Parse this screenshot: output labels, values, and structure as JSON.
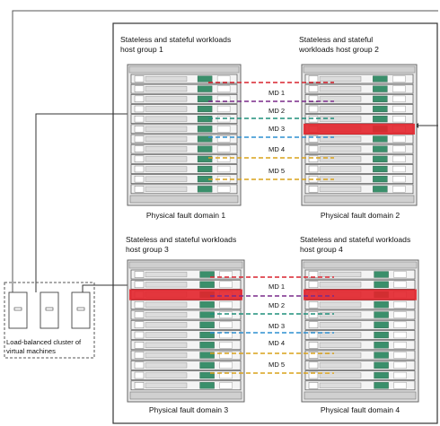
{
  "groups": [
    {
      "title_line1": "Stateless and stateful workloads",
      "title_line2": "host group 1",
      "domain": "Physical fault domain 1"
    },
    {
      "title_line1": "Stateless and stateful",
      "title_line2": "workloads host group 2",
      "domain": "Physical fault domain 2"
    },
    {
      "title_line1": "Stateless and stateful workloads",
      "title_line2": "host group 3",
      "domain": "Physical fault domain 3"
    },
    {
      "title_line1": "Stateless and stateful workloads",
      "title_line2": "host group 4",
      "domain": "Physical fault domain 4"
    }
  ],
  "md_labels_top": [
    "MD 1",
    "MD 2",
    "MD 3",
    "MD 4",
    "MD 5"
  ],
  "md_labels_bottom": [
    "MD 1",
    "MD 2",
    "MD 3",
    "MD 4",
    "MD 5"
  ],
  "cluster": {
    "line1": "Load-balanced cluster of",
    "line2": "virtual machines"
  },
  "colors": {
    "md1": "#d9232e",
    "md2": "#7a2a8a",
    "md3": "#1f8f7a",
    "md4": "#2d8fd0",
    "md5": "#d9a21a",
    "highlight": "#e3242b",
    "rack_frame": "#8a8a8a"
  }
}
